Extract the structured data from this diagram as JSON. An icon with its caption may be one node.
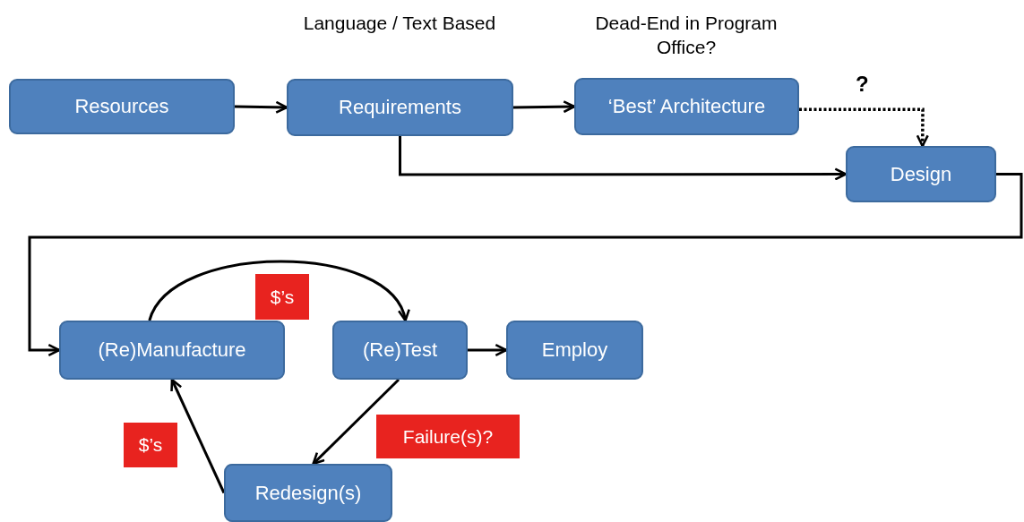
{
  "diagram": {
    "nodes": [
      {
        "text": [
          "Resources"
        ]
      },
      {
        "text": [
          "Requirements"
        ],
        "beside": [
          "Language / Text Based"
        ]
      },
      {
        "text": [
          "‘Best’ Architecture"
        ],
        "beside": [
          "Dead-End in Program Office?"
        ]
      },
      {
        "text": [
          "Design"
        ]
      },
      {
        "text": [
          "(Re)Manufacture"
        ]
      },
      {
        "text": [
          "(Re)Test"
        ]
      },
      {
        "text": [
          "Employ"
        ]
      },
      {
        "text": [
          "Redesign(s)"
        ]
      }
    ],
    "edges": [
      {
        "from": 0,
        "to": 1,
        "arrow": "to"
      },
      {
        "from": 1,
        "to": 2,
        "arrow": "to"
      },
      {
        "from": 2,
        "to": 3,
        "arrow": "to",
        "label": "?",
        "style": "dashed"
      },
      {
        "from": 1,
        "to": 3,
        "arrow": "to"
      },
      {
        "from": 3,
        "to": 4,
        "arrow": "to"
      },
      {
        "from": 4,
        "to": 5,
        "arrow": "to",
        "label": "$’s"
      },
      {
        "from": 5,
        "to": 6,
        "arrow": "to"
      },
      {
        "from": 5,
        "to": 7,
        "arrow": "to",
        "label": "Failure(s)?"
      },
      {
        "from": 7,
        "to": 4,
        "arrow": "to",
        "label": "$’s"
      }
    ]
  }
}
